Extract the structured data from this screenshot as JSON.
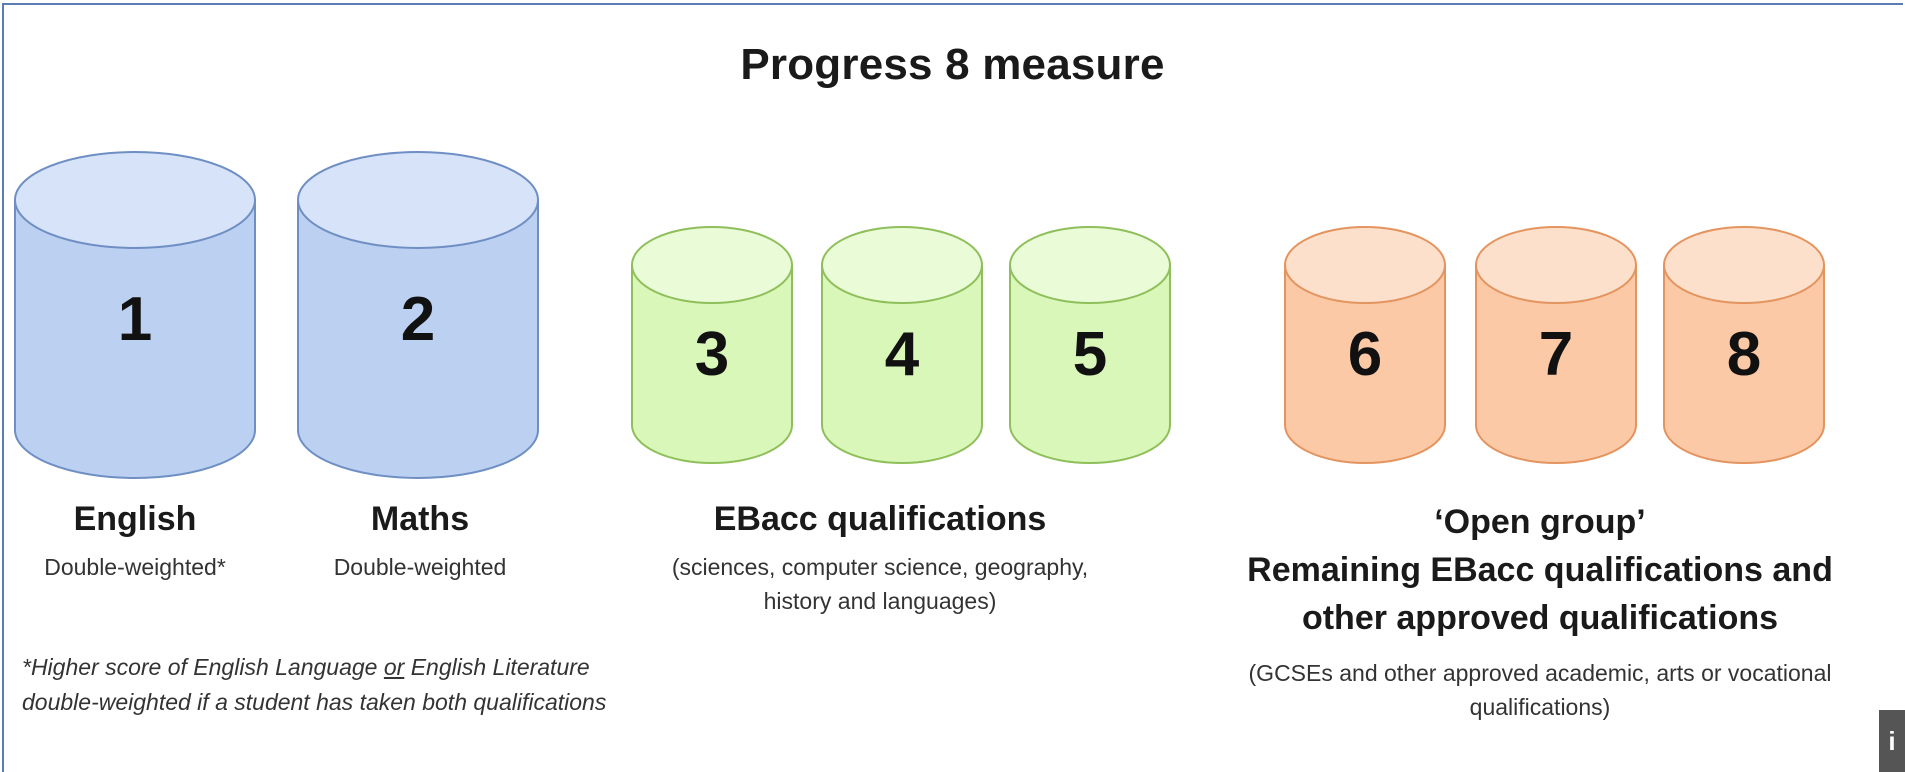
{
  "title": "Progress 8 measure",
  "slots": [
    {
      "number": "1",
      "group": "core",
      "color": "blue"
    },
    {
      "number": "2",
      "group": "core",
      "color": "blue"
    },
    {
      "number": "3",
      "group": "ebacc",
      "color": "green"
    },
    {
      "number": "4",
      "group": "ebacc",
      "color": "green"
    },
    {
      "number": "5",
      "group": "ebacc",
      "color": "green"
    },
    {
      "number": "6",
      "group": "open",
      "color": "orange"
    },
    {
      "number": "7",
      "group": "open",
      "color": "orange"
    },
    {
      "number": "8",
      "group": "open",
      "color": "orange"
    }
  ],
  "colors": {
    "blue_fill": "#bcd0f1",
    "blue_top": "#d6e3f8",
    "blue_stroke": "#6f8fc4",
    "green_fill": "#d9f7b8",
    "green_top": "#eafbd8",
    "green_stroke": "#8fbf5a",
    "orange_fill": "#fbc9a6",
    "orange_top": "#fde0cb",
    "orange_stroke": "#e4945f"
  },
  "labels": {
    "english": {
      "heading": "English",
      "sub": "Double-weighted*"
    },
    "maths": {
      "heading": "Maths",
      "sub": "Double-weighted"
    },
    "ebacc": {
      "heading": "EBacc qualifications",
      "sub_line1": "(sciences, computer science, geography,",
      "sub_line2": "history and languages)"
    },
    "open": {
      "heading_line1": "‘Open group’",
      "heading_line2": "Remaining EBacc qualifications and",
      "heading_line3": "other approved qualifications",
      "sub_line1": "(GCSEs and other approved academic, arts or vocational",
      "sub_line2": "qualifications)"
    }
  },
  "footnote": {
    "prefix": "*Higher score of English Language ",
    "emphasis": "or",
    "suffix": " English Literature",
    "line2": "double-weighted if a student has taken both qualifications"
  },
  "corner_tab": "i"
}
